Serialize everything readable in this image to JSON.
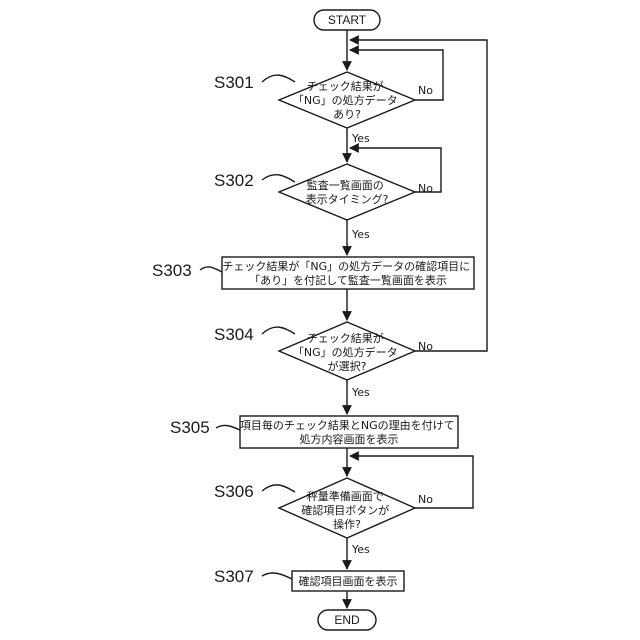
{
  "start": "START",
  "end": "END",
  "steps": {
    "s301": {
      "label": "S301",
      "lines": [
        "チェック結果が",
        "「NG」の処方データ",
        "あり?"
      ],
      "yes": "Yes",
      "no": "No"
    },
    "s302": {
      "label": "S302",
      "lines": [
        "監査一覧画面の",
        "表示タイミング?"
      ],
      "yes": "Yes",
      "no": "No"
    },
    "s303": {
      "label": "S303",
      "lines": [
        "チェック結果が「NG」の処方データの確認項目に",
        "「あり」を付記して監査一覧画面を表示"
      ]
    },
    "s304": {
      "label": "S304",
      "lines": [
        "チェック結果が",
        "「NG」の処方データ",
        "が選択?"
      ],
      "yes": "Yes",
      "no": "No"
    },
    "s305": {
      "label": "S305",
      "lines": [
        "項目毎のチェック結果とNGの理由を付けて",
        "処方内容画面を表示"
      ]
    },
    "s306": {
      "label": "S306",
      "lines": [
        "秤量準備画面で",
        "確認項目ボタンが",
        "操作?"
      ],
      "yes": "Yes",
      "no": "No"
    },
    "s307": {
      "label": "S307",
      "lines": [
        "確認項目画面を表示"
      ]
    }
  }
}
